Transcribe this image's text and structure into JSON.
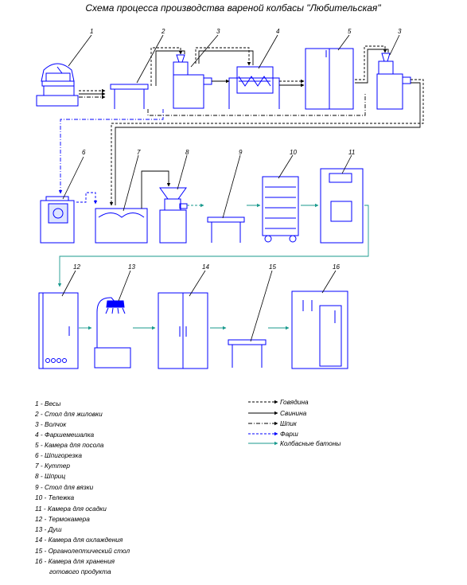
{
  "title": "Схема процесса производства вареной колбасы \"Любительская\"",
  "equipment_numbers": [
    "1",
    "2",
    "3",
    "4",
    "5",
    "3",
    "6",
    "7",
    "8",
    "9",
    "10",
    "11",
    "12",
    "13",
    "14",
    "15",
    "16"
  ],
  "legend_items": [
    "1 -  Весы",
    "2 -  Стол для жиловки",
    "3 -  Волчок",
    "4 -  Фаршемешалка",
    "5 -  Камера для посола",
    "6 -  Шпигорезка",
    "7 -  Куттер",
    "8 -  Шприц",
    "9 -  Стол для вязки",
    "10 -  Тележка",
    "11 -  Камера для осадки",
    "12 -  Термокамера",
    "13 -  Душ",
    "14 -  Камера для охлаждения",
    "15 -  Органолептический стол",
    "16 -  Камера для хранения",
    "готового продукта"
  ],
  "line_legend": [
    {
      "label": "Говядина",
      "style": "dashed",
      "color": "#000000"
    },
    {
      "label": "Свинина",
      "style": "solid",
      "color": "#000000"
    },
    {
      "label": "Шпик",
      "style": "dashdot",
      "color": "#000000"
    },
    {
      "label": "Фарш",
      "style": "dashed",
      "color": "#0000ff"
    },
    {
      "label": "Колбасные батоны",
      "style": "solid",
      "color": "#1a9a8e"
    }
  ],
  "colors": {
    "equipment": "#0000ff",
    "outline": "#000000",
    "sausage_flow": "#1a9a8e"
  }
}
